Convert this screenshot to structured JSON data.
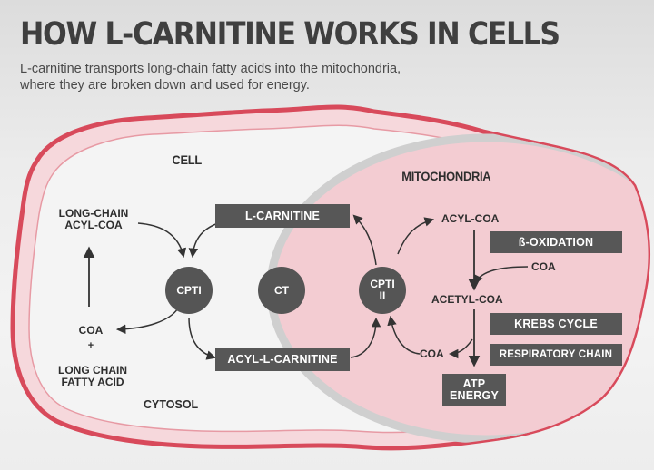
{
  "title": "HOW L-CARNITINE WORKS IN CELLS",
  "subtitle": {
    "line1": "L-carnitine transports long-chain fatty acids into the mitochondria,",
    "line2": "where they are broken down and used for energy."
  },
  "regions": {
    "cell": "CELL",
    "mitochondria": "MITOCHONDRIA",
    "cytosol": "CYTOSOL"
  },
  "nodes": {
    "cpt1": "CPTI",
    "ct": "CT",
    "cpt2_line1": "CPTI",
    "cpt2_line2": "II"
  },
  "cytosol_labels": {
    "long_chain_acyl_coa_line1": "LONG-CHAIN",
    "long_chain_acyl_coa_line2": "ACYL-COA",
    "coa": "COA",
    "plus": "+",
    "long_chain_fatty_acid_line1": "LONG CHAIN",
    "long_chain_fatty_acid_line2": "FATTY ACID"
  },
  "boxes": {
    "l_carnitine": "L-CARNITINE",
    "acyl_l_carnitine": "ACYL-L-CARNITINE",
    "beta_oxidation": "ß-OXIDATION",
    "krebs_cycle": "KREBS CYCLE",
    "respiratory_chain": "RESPIRATORY CHAIN",
    "atp_line1": "ATP",
    "atp_line2": "ENERGY"
  },
  "mito_labels": {
    "acyl_coa": "ACYL-COA",
    "coa_top": "COA",
    "acetyl_coa": "ACETYL-COA",
    "coa_bottom": "COA"
  },
  "colors": {
    "cell_outline": "#d84a5b",
    "cell_fill": "#f6d8dc",
    "cytosol_fill": "#f4f4f4",
    "mito_fill": "#f3ccd2",
    "mito_outline": "#cfcfcf",
    "box_fill": "#575757",
    "arrow": "#333333"
  }
}
